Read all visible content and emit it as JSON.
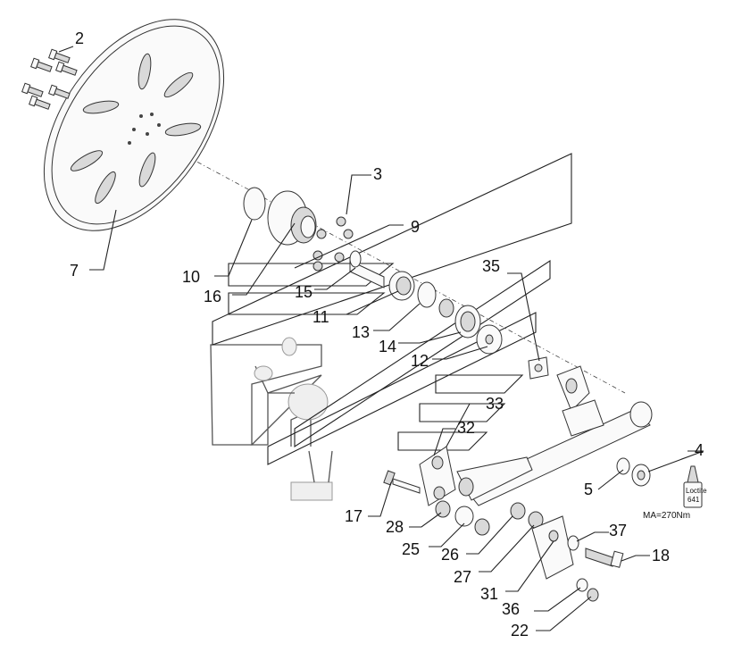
{
  "labels": [
    {
      "id": "p2",
      "text": "2"
    },
    {
      "id": "p3",
      "text": "3"
    },
    {
      "id": "p4",
      "text": "4"
    },
    {
      "id": "p5",
      "text": "5"
    },
    {
      "id": "p7",
      "text": "7"
    },
    {
      "id": "p9",
      "text": "9"
    },
    {
      "id": "p10",
      "text": "10"
    },
    {
      "id": "p11",
      "text": "11"
    },
    {
      "id": "p12",
      "text": "12"
    },
    {
      "id": "p13",
      "text": "13"
    },
    {
      "id": "p14",
      "text": "14"
    },
    {
      "id": "p15",
      "text": "15"
    },
    {
      "id": "p16",
      "text": "16"
    },
    {
      "id": "p17",
      "text": "17"
    },
    {
      "id": "p18",
      "text": "18"
    },
    {
      "id": "p22",
      "text": "22"
    },
    {
      "id": "p25",
      "text": "25"
    },
    {
      "id": "p26",
      "text": "26"
    },
    {
      "id": "p27",
      "text": "27"
    },
    {
      "id": "p28",
      "text": "28"
    },
    {
      "id": "p31",
      "text": "31"
    },
    {
      "id": "p32",
      "text": "32"
    },
    {
      "id": "p33",
      "text": "33"
    },
    {
      "id": "p35",
      "text": "35"
    },
    {
      "id": "p36",
      "text": "36"
    },
    {
      "id": "p37",
      "text": "37"
    }
  ],
  "torque_note": "MA=270Nm",
  "adhesive_label": {
    "line1": "Loctite",
    "line2": "641"
  }
}
